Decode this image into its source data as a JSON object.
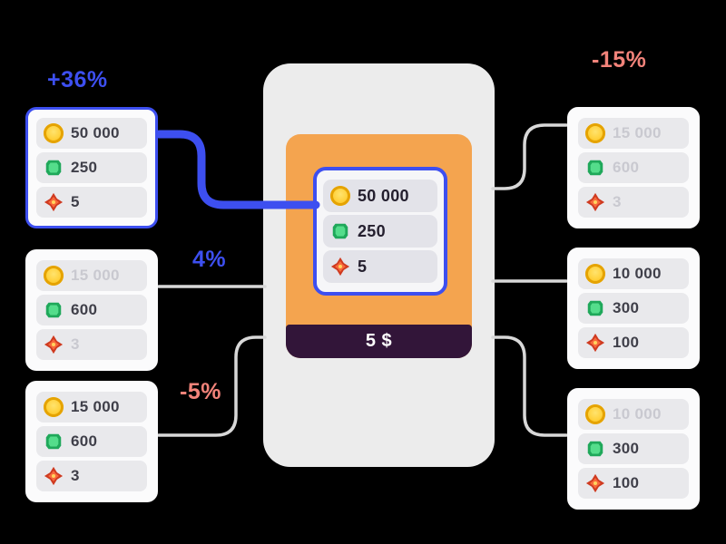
{
  "colors": {
    "accent_blue": "#3d4ff0",
    "accent_salmon": "#f2837a",
    "offer_orange": "#f4a44f",
    "price_purple": "#321539",
    "connector_gray": "#d8d8d8",
    "muted_text": "#c9c9d0"
  },
  "center_offer": {
    "rows": [
      {
        "icon": "coin",
        "value": "50 000"
      },
      {
        "icon": "gem",
        "value": "250"
      },
      {
        "icon": "crystal",
        "value": "5"
      }
    ],
    "price": "5 $"
  },
  "cards": {
    "top_left": {
      "label": "+36%",
      "highlighted": true,
      "rows": [
        {
          "icon": "coin",
          "value": "50 000",
          "muted": false
        },
        {
          "icon": "gem",
          "value": "250",
          "muted": false
        },
        {
          "icon": "crystal",
          "value": "5",
          "muted": false
        }
      ]
    },
    "mid_left": {
      "label": "4%",
      "highlighted": false,
      "rows": [
        {
          "icon": "coin",
          "value": "15 000",
          "muted": true
        },
        {
          "icon": "gem",
          "value": "600",
          "muted": false
        },
        {
          "icon": "crystal",
          "value": "3",
          "muted": true
        }
      ]
    },
    "bottom_left": {
      "label": "-5%",
      "highlighted": false,
      "rows": [
        {
          "icon": "coin",
          "value": "15 000",
          "muted": false
        },
        {
          "icon": "gem",
          "value": "600",
          "muted": false
        },
        {
          "icon": "crystal",
          "value": "3",
          "muted": false
        }
      ]
    },
    "top_right": {
      "label": "-15%",
      "highlighted": false,
      "rows": [
        {
          "icon": "coin",
          "value": "15 000",
          "muted": true
        },
        {
          "icon": "gem",
          "value": "600",
          "muted": true
        },
        {
          "icon": "crystal",
          "value": "3",
          "muted": true
        }
      ]
    },
    "mid_right": {
      "label": "",
      "highlighted": false,
      "rows": [
        {
          "icon": "coin",
          "value": "10 000",
          "muted": false
        },
        {
          "icon": "gem",
          "value": "300",
          "muted": false
        },
        {
          "icon": "crystal",
          "value": "100",
          "muted": false
        }
      ]
    },
    "bottom_right": {
      "label": "",
      "highlighted": false,
      "rows": [
        {
          "icon": "coin",
          "value": "10 000",
          "muted": true
        },
        {
          "icon": "gem",
          "value": "300",
          "muted": false
        },
        {
          "icon": "crystal",
          "value": "100",
          "muted": false
        }
      ]
    }
  }
}
